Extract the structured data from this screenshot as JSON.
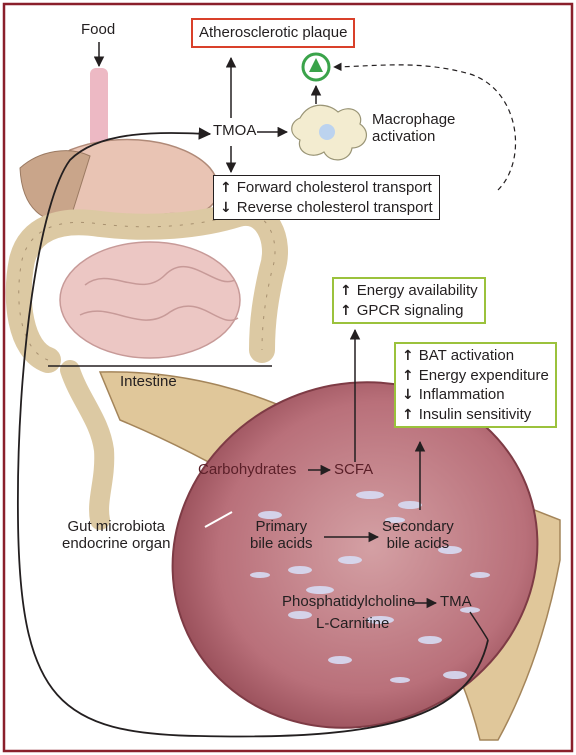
{
  "colors": {
    "frame": "#8a1f2b",
    "plaque_box_border": "#d9402a",
    "green_box_border": "#9bc23c",
    "black_box_border": "#231f20",
    "stomach": "#e9c4b4",
    "colon": "#dcc9a3",
    "intestine_tube": "#e0c79a",
    "intestine_inner": "#b9707a",
    "villi": "#d7dcf4",
    "macrophage": "#f3ecd0",
    "plaque_cell": "#3aa34a"
  },
  "icons": {
    "macrophage": "macrophage-cell-icon",
    "plaque": "plaque-cell-icon",
    "up_arrow": "↑",
    "down_arrow": "↓"
  },
  "labels": {
    "food": "Food",
    "tmoa": "TMOA",
    "macrophage_line1": "Macrophage",
    "macrophage_line2": "activation",
    "intestine": "Intestine",
    "gut_line1": "Gut microbiota",
    "gut_line2": "endocrine organ",
    "carbohydrates": "Carbohydrates",
    "scfa": "SCFA",
    "primary_line1": "Primary",
    "primary_line2": "bile acids",
    "secondary_line1": "Secondary",
    "secondary_line2": "bile acids",
    "phosphatidylcholine": "Phosphatidylcholine",
    "tma": "TMA",
    "carnitine": "L-Carnitine"
  },
  "boxes": {
    "plaque": {
      "text": "Atherosclerotic plaque"
    },
    "cholesterol": {
      "lines": [
        {
          "arrow": "↑",
          "text": "Forward cholesterol transport"
        },
        {
          "arrow": "↓",
          "text": "Reverse cholesterol transport"
        }
      ]
    },
    "energy": {
      "lines": [
        {
          "arrow": "↑",
          "text": "Energy availability"
        },
        {
          "arrow": "↑",
          "text": "GPCR signaling"
        }
      ]
    },
    "bat": {
      "lines": [
        {
          "arrow": "↑",
          "text": "BAT activation"
        },
        {
          "arrow": "↑",
          "text": "Energy expenditure"
        },
        {
          "arrow": "↓",
          "text": "Inflammation"
        },
        {
          "arrow": "↑",
          "text": "Insulin sensitivity"
        }
      ]
    }
  }
}
